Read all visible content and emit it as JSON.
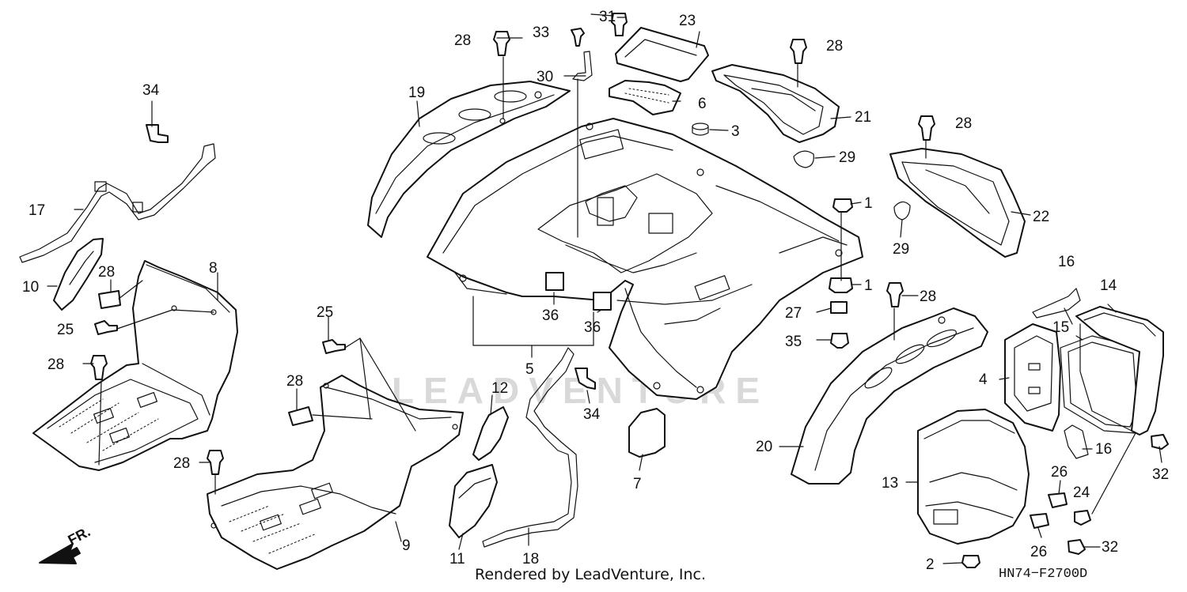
{
  "diagram": {
    "watermark": "LEADVENTURE",
    "direction_label": "FR.",
    "credit": "Rendered by LeadVenture, Inc.",
    "diagram_code": "HN74−F2700D"
  },
  "callouts": {
    "c1a": "1",
    "c1b": "1",
    "c2": "2",
    "c3": "3",
    "c4": "4",
    "c5": "5",
    "c6": "6",
    "c7": "7",
    "c8": "8",
    "c9": "9",
    "c10": "10",
    "c11": "11",
    "c12": "12",
    "c13": "13",
    "c14": "14",
    "c15": "15",
    "c16a": "16",
    "c16b": "16",
    "c17": "17",
    "c18": "18",
    "c19": "19",
    "c20": "20",
    "c21": "21",
    "c22": "22",
    "c23": "23",
    "c24": "24",
    "c25a": "25",
    "c25b": "25",
    "c26a": "26",
    "c26b": "26",
    "c27": "27",
    "c28a": "28",
    "c28b": "28",
    "c28c": "28",
    "c28d": "28",
    "c28e": "28",
    "c28f": "28",
    "c28g": "28",
    "c28h": "28",
    "c29a": "29",
    "c29b": "29",
    "c30": "30",
    "c31": "31",
    "c32a": "32",
    "c32b": "32",
    "c33": "33",
    "c34a": "34",
    "c34b": "34",
    "c35": "35",
    "c36a": "36",
    "c36b": "36"
  }
}
